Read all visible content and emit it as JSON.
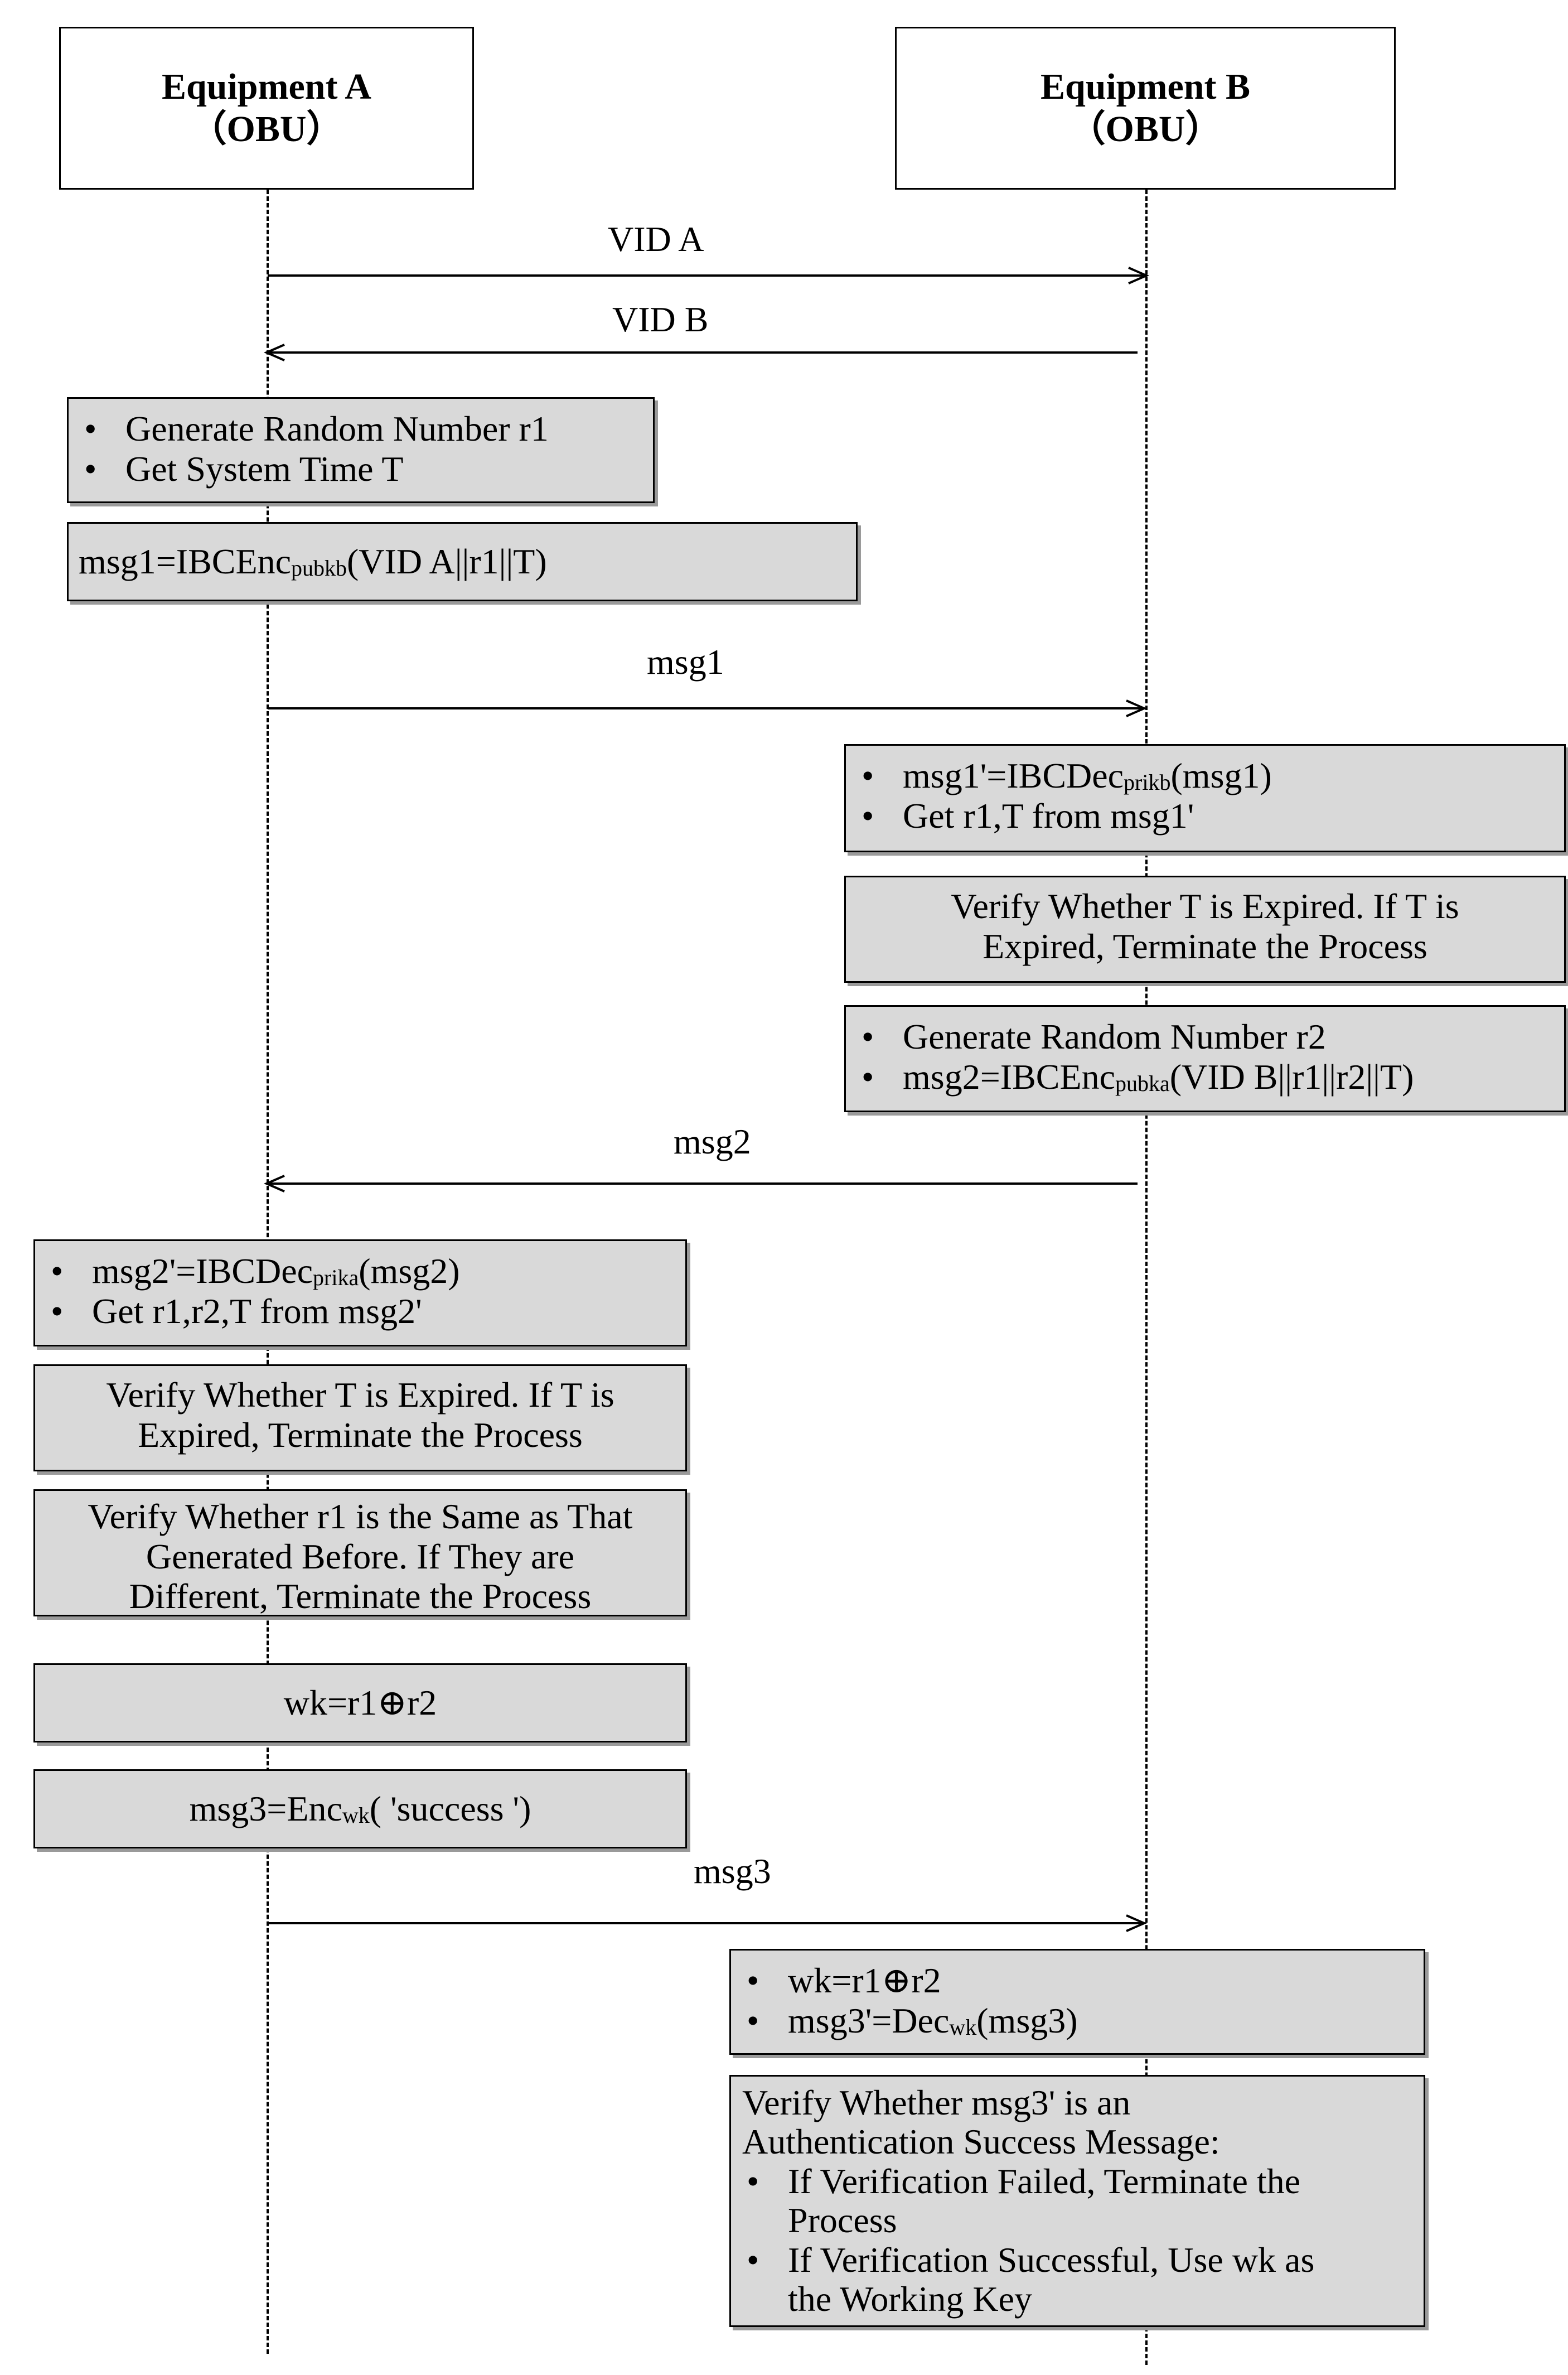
{
  "actors": {
    "a": {
      "name": "Equipment A",
      "role": "（OBU）"
    },
    "b": {
      "name": "Equipment B",
      "role": "（OBU）"
    }
  },
  "messages": {
    "vid_a": "VID A",
    "vid_b": "VID B",
    "msg1": "msg1",
    "msg2": "msg2",
    "msg3": "msg3"
  },
  "steps": {
    "a1": {
      "bullets": [
        "Generate Random Number r1",
        "Get System Time T"
      ]
    },
    "a2": {
      "pre": "msg1=IBCEnc",
      "sub": "pubkb",
      "post": "(VID A||r1||T)"
    },
    "b1": {
      "item1": {
        "pre": "msg1'=IBCDec",
        "sub": "prikb",
        "post": "(msg1)"
      },
      "item2": "Get r1,T from msg1'"
    },
    "b2": {
      "lines": [
        "Verify Whether T is Expired. If  T  is",
        "Expired, Terminate the Process"
      ]
    },
    "b3": {
      "item1": "Generate Random Number r2",
      "item2": {
        "pre": "msg2=IBCEnc",
        "sub": "pubka",
        "post": "(VID B||r1||r2||T)"
      }
    },
    "a3": {
      "item1": {
        "pre": "msg2'=IBCDec",
        "sub": "prika",
        "post": "(msg2)"
      },
      "item2": "Get r1,r2,T from msg2'"
    },
    "a4": {
      "lines": [
        "Verify Whether T is Expired. If  T  is",
        "Expired, Terminate the Process"
      ]
    },
    "a5": {
      "lines": [
        "Verify Whether r1 is the Same as That",
        "Generated Before. If They are",
        "Different, Terminate the Process"
      ]
    },
    "a6": {
      "text": "wk=r1⊕r2"
    },
    "a7": {
      "pre": "msg3=Enc",
      "sub": "wk",
      "post": "( 'success ')"
    },
    "b4": {
      "item1": "wk=r1⊕r2",
      "item2": {
        "pre": "msg3'=Dec",
        "sub": "wk",
        "post": "(msg3)"
      }
    },
    "b5": {
      "lines": [
        "Verify Whether msg3' is an",
        "Authentication Success Message:"
      ],
      "bullet1": [
        "If  Verification Failed, Terminate the",
        "Process"
      ],
      "bullet2": [
        "If Verification Successful, Use wk as",
        "the Working Key"
      ]
    }
  }
}
